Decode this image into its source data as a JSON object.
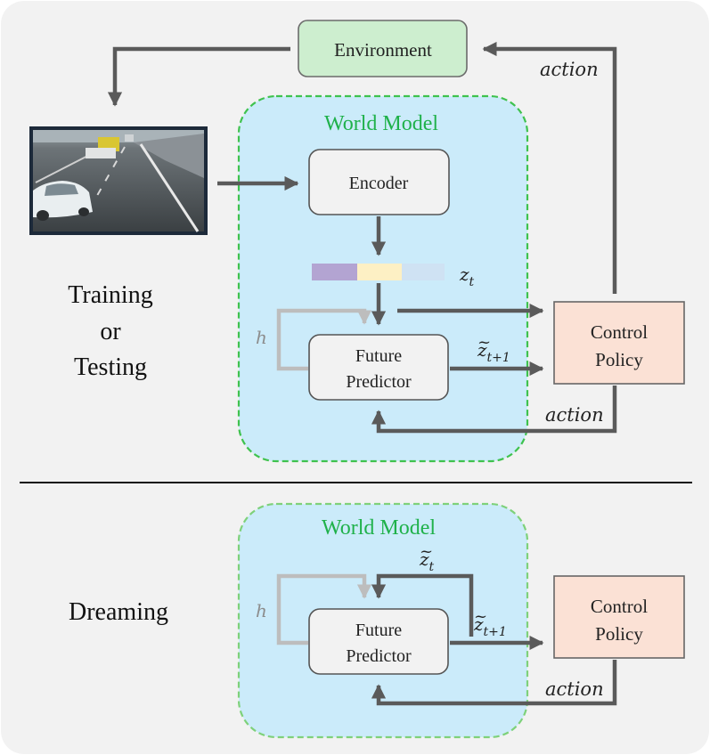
{
  "environment": {
    "label": "Environment"
  },
  "action_labels": {
    "top": "action",
    "training_feedback": "action",
    "dreaming_feedback": "action"
  },
  "training": {
    "side_label_line1": "Training",
    "side_label_line2": "or",
    "side_label_line3": "Testing",
    "world_model_title": "World Model",
    "encoder_label": "Encoder",
    "latent_label_base": "z",
    "latent_label_sub": "t",
    "latent_segment_colors": [
      "#b3a4d2",
      "#fdf0c4",
      "#cfe2f3"
    ],
    "hidden_label": "h",
    "future_predictor_line1": "Future",
    "future_predictor_line2": "Predictor",
    "prediction_label_base": "z",
    "prediction_label_sub": "t+1",
    "control_policy_line1": "Control",
    "control_policy_line2": "Policy"
  },
  "dreaming": {
    "side_label": "Dreaming",
    "world_model_title": "World Model",
    "loop_label_base": "z",
    "loop_label_sub": "t",
    "hidden_label": "h",
    "future_predictor_line1": "Future",
    "future_predictor_line2": "Predictor",
    "prediction_label_base": "z",
    "prediction_label_sub": "t+1",
    "control_policy_line1": "Control",
    "control_policy_line2": "Policy"
  },
  "colors": {
    "background": "#f2f2f2",
    "environment_fill": "#cdeecf",
    "world_model_fill": "#cbebfa",
    "world_model_border_training": "#3fc24e",
    "world_model_border_dreaming": "#7ed17a",
    "world_model_title": "#1fb14a",
    "control_policy_fill": "#fbe1d5",
    "arrow": "#5a5a5a",
    "recurrent_arrow": "#bdbdbd"
  }
}
